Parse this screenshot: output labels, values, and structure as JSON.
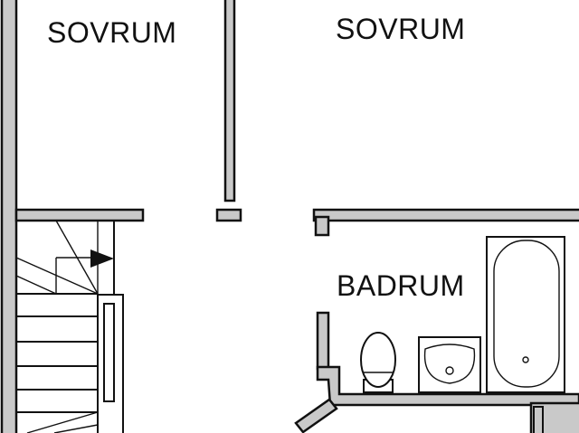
{
  "rooms": {
    "bedroom_left": "SOVRUM",
    "bedroom_right": "SOVRUM",
    "bathroom": "BADRUM"
  }
}
